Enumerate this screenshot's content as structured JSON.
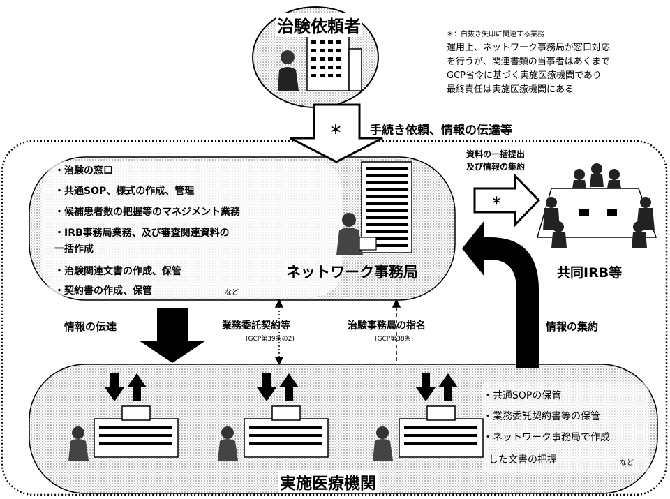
{
  "sponsor": {
    "title": "治験依頼者"
  },
  "note": {
    "head": "＊：白抜き矢印に関連する業務",
    "lines": [
      "運用上、ネットワーク事務局が窓口対応",
      "を行うが、関連書類の当事者はあくまで",
      "GCP省令に基づく実施医療機関であり",
      "最終責任は実施医療機関にある"
    ]
  },
  "top_arrow": {
    "star": "＊",
    "label": "手続き依頼、情報の伝達等"
  },
  "network_office": {
    "title": "ネットワーク事務局",
    "tasks": [
      "・治験の窓口",
      "・共通SOP、様式の作成、管理",
      "・候補患者数の把握等のマネジメント業務",
      "・IRB事務局業務、及び審査関連資料の",
      "一括作成",
      "・治験関連文書の作成、保管",
      "・契約書の作成、保管"
    ],
    "etc": "など"
  },
  "irb": {
    "arrow_label_lines": [
      "資料の一括提出",
      "及び情報の集約"
    ],
    "star": "＊",
    "title": "共同IRB等"
  },
  "left_arrow_label": "情報の伝達",
  "contract": {
    "label": "業務委託契約等",
    "ref": "(GCP第39条の2)"
  },
  "designation": {
    "label": "治験事務局の指名",
    "ref": "(GCP第38条)"
  },
  "right_arrow_label": "情報の集約",
  "institutions": {
    "title": "実施医療機関",
    "tasks": [
      "・共通SOPの保管",
      "・業務委託契約書等の保管",
      "・ネットワーク事務局で作成",
      "した文書の把握"
    ],
    "etc": "など"
  },
  "colors": {
    "ink": "#000000",
    "paper": "#ffffff",
    "halftone": "#c8c8c8"
  }
}
